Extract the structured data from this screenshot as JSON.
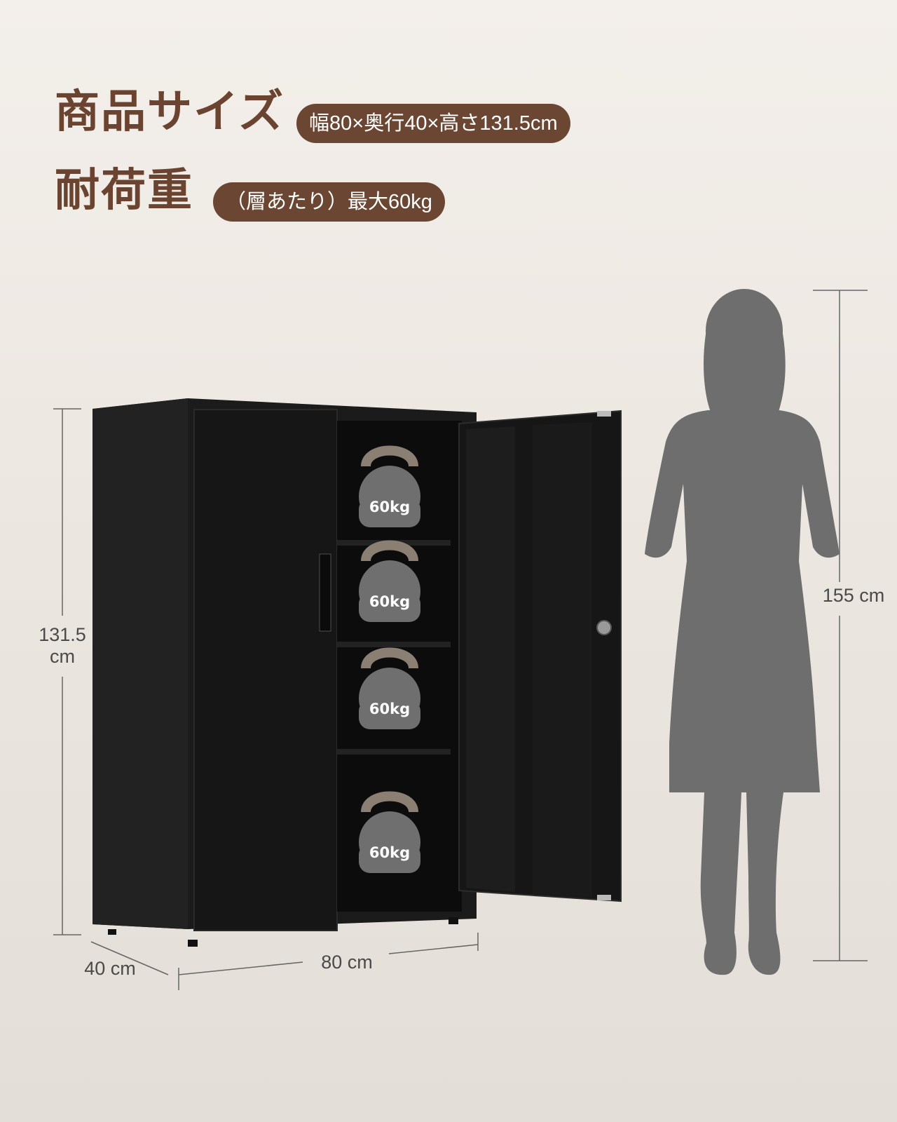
{
  "header": {
    "size_title": "商品サイズ",
    "size_value": "幅80×奥行40×高さ131.5cm",
    "load_title": "耐荷重",
    "load_value": "（層あたり）最大60kg"
  },
  "dimensions": {
    "height": "131.5\ncm",
    "depth": "40 cm",
    "width": "80 cm",
    "person_height": "155 cm"
  },
  "weights": [
    {
      "label": "60kg"
    },
    {
      "label": "60kg"
    },
    {
      "label": "60kg"
    },
    {
      "label": "60kg"
    }
  ],
  "colors": {
    "accent": "#6b4733",
    "heading": "#6a4430",
    "cabinet": "#141414",
    "silhouette": "#6e6e6e",
    "background": "#efeae4"
  }
}
